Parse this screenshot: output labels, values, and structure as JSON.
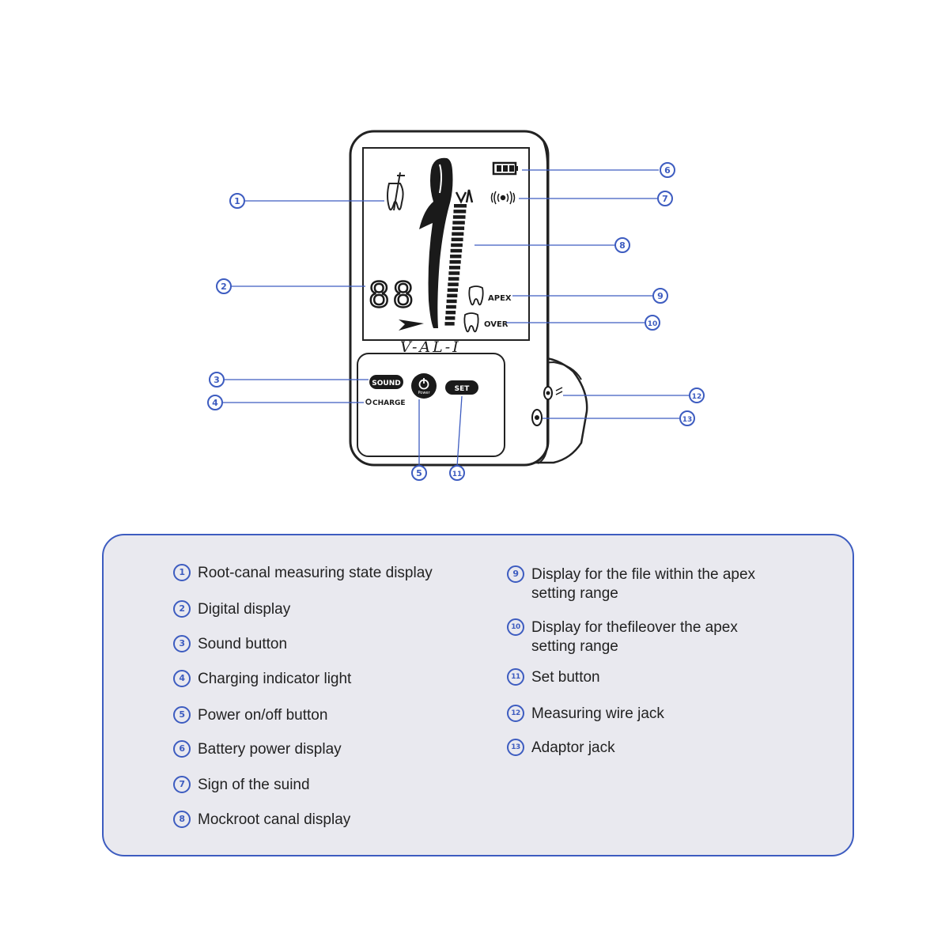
{
  "device": {
    "brand": "V-AL-I",
    "lcd_digits": "88",
    "lcd_apex_label": "APEX",
    "lcd_over_label": "OVER",
    "sound_button_label": "SOUND",
    "charge_label": "CHARGE",
    "set_button_label": "SET",
    "power_sub_label": "Power"
  },
  "callouts": [
    "1",
    "2",
    "3",
    "4",
    "5",
    "6",
    "7",
    "8",
    "9",
    "10",
    "11",
    "12",
    "13"
  ],
  "accent_color": "#3d5cc0",
  "legend": {
    "left": [
      {
        "num": "1",
        "text": "Root-canal measuring state display"
      },
      {
        "num": "2",
        "text": "Digital display"
      },
      {
        "num": "3",
        "text": "Sound button"
      },
      {
        "num": "4",
        "text": "Charging indicator light"
      },
      {
        "num": "5",
        "text": "Power on/off button"
      },
      {
        "num": "6",
        "text": "Battery power display"
      },
      {
        "num": "7",
        "text": "Sign of the suind"
      },
      {
        "num": "8",
        "text": "Mockroot canal display"
      }
    ],
    "right": [
      {
        "num": "9",
        "text": "Display for the file within the apex\nsetting range"
      },
      {
        "num": "10",
        "text": "Display for thefileover the apex\nsetting range"
      },
      {
        "num": "11",
        "text": "Set button"
      },
      {
        "num": "12",
        "text": "Measuring wire jack"
      },
      {
        "num": "13",
        "text": "Adaptor jack"
      }
    ]
  }
}
